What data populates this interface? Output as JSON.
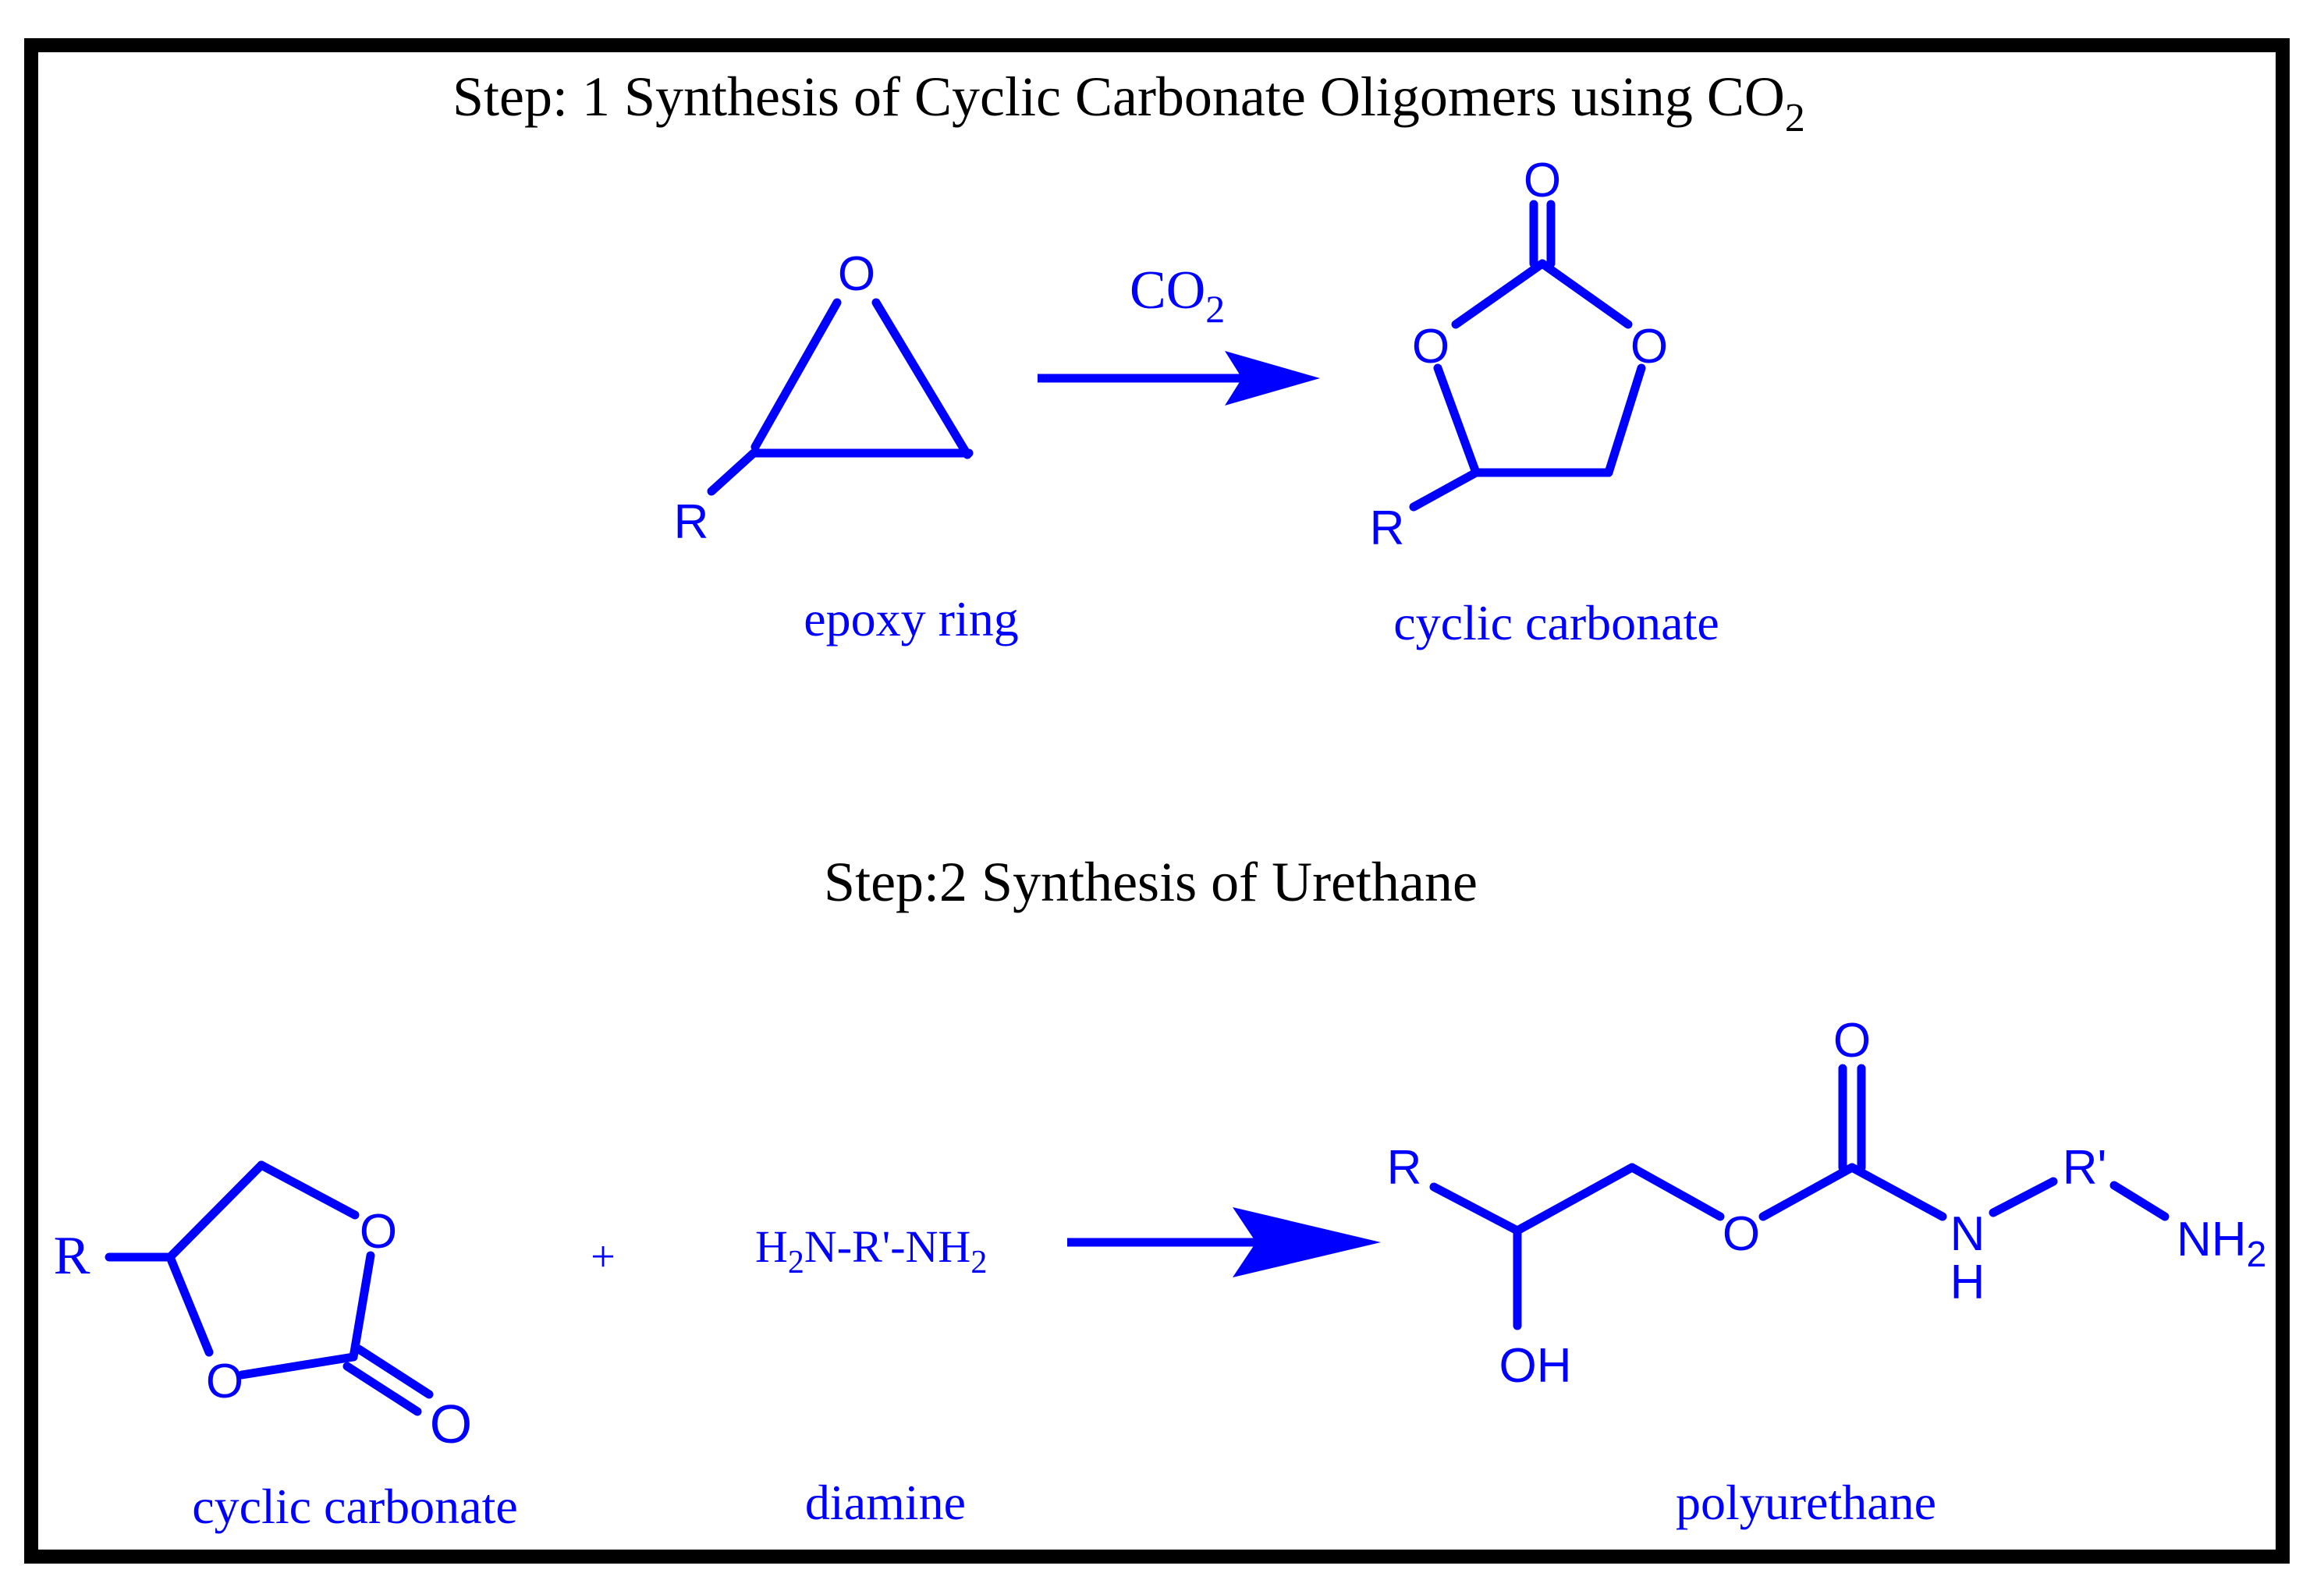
{
  "colors": {
    "frame": "#000000",
    "chem": "#0000ff",
    "text": "#000000"
  },
  "step1": {
    "title": "Step: 1 Synthesis of Cyclic Carbonate Oligomers using CO",
    "title_sub": "2",
    "reagent": "CO",
    "reagent_sub": "2",
    "reactant_label": "epoxy ring",
    "product_label": "cyclic carbonate",
    "atoms": {
      "O": "O",
      "R": "R"
    }
  },
  "step2": {
    "title": "Step:2 Synthesis of Urethane",
    "carbonate_label": "cyclic carbonate",
    "plus": "+",
    "diamine_formula": {
      "a": "H",
      "a_sub": "2",
      "b": "N-R'-NH",
      "b_sub": "2"
    },
    "diamine_label": "diamine",
    "product_label": "polyurethane",
    "atoms": {
      "O": "O",
      "R": "R",
      "Rp": "R'",
      "OH": "OH",
      "N": "N",
      "H": "H",
      "NH": "NH",
      "NH_sub": "2"
    }
  }
}
